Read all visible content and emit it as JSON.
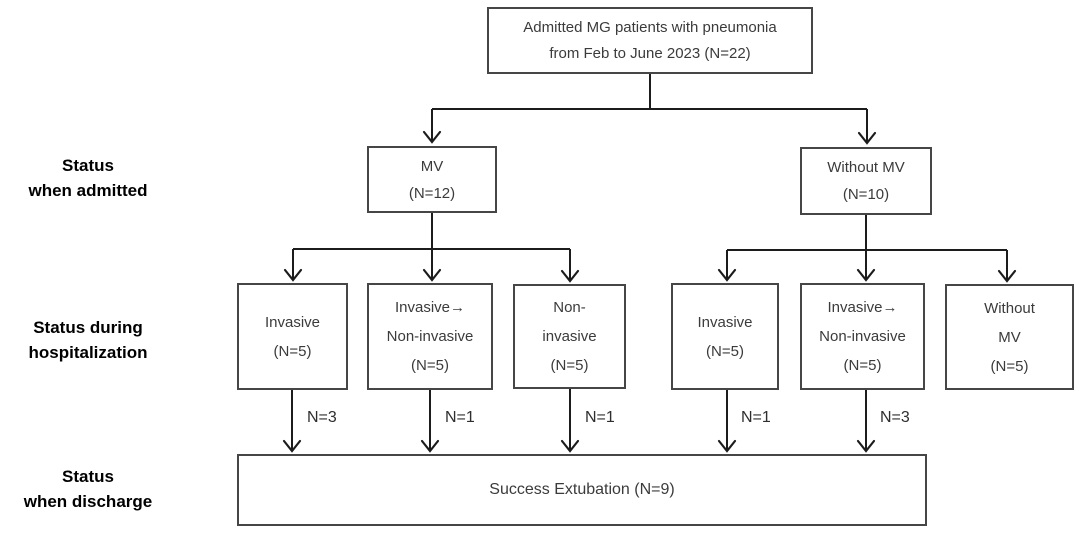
{
  "diagram": {
    "title_box": {
      "line1": "Admitted MG patients with pneumonia",
      "line2": "from Feb to June 2023 (N=22)"
    },
    "row_labels": [
      {
        "line1": "Status",
        "line2": "when admitted"
      },
      {
        "line1": "Status during",
        "line2": "hospitalization"
      },
      {
        "line1": "Status",
        "line2": "when discharge"
      }
    ],
    "admitted_boxes": [
      {
        "name": "mv",
        "line1": "MV",
        "line2": "(N=12)"
      },
      {
        "name": "without-mv",
        "line1": "Without MV",
        "line2": "(N=10)"
      }
    ],
    "hospitalization_boxes": [
      {
        "name": "mv-invasive",
        "line1": "Invasive",
        "line2": "(N=5)"
      },
      {
        "name": "mv-invasive-to-noninvasive",
        "line1": "Invasive→",
        "line2": "Non-invasive",
        "line3": "(N=5)"
      },
      {
        "name": "mv-noninvasive",
        "line1": "Non-",
        "line2": "invasive",
        "line3": "(N=5)"
      },
      {
        "name": "womv-invasive",
        "line1": "Invasive",
        "line2": "(N=5)"
      },
      {
        "name": "womv-invasive-to-noninvasive",
        "line1": "Invasive→",
        "line2": "Non-invasive",
        "line3": "(N=5)"
      },
      {
        "name": "womv-without-mv",
        "line1": "Without",
        "line2": "MV",
        "line3": "(N=5)"
      }
    ],
    "flow_counts": [
      "N=3",
      "N=1",
      "N=1",
      "N=1",
      "N=3"
    ],
    "discharge_box": {
      "text": "Success Extubation (N=9)"
    },
    "colors": {
      "line": "#1c1c1c",
      "box_border": "#464646",
      "box_text": "#3b3b3b",
      "label_text": "#000000",
      "background": "#ffffff"
    }
  }
}
